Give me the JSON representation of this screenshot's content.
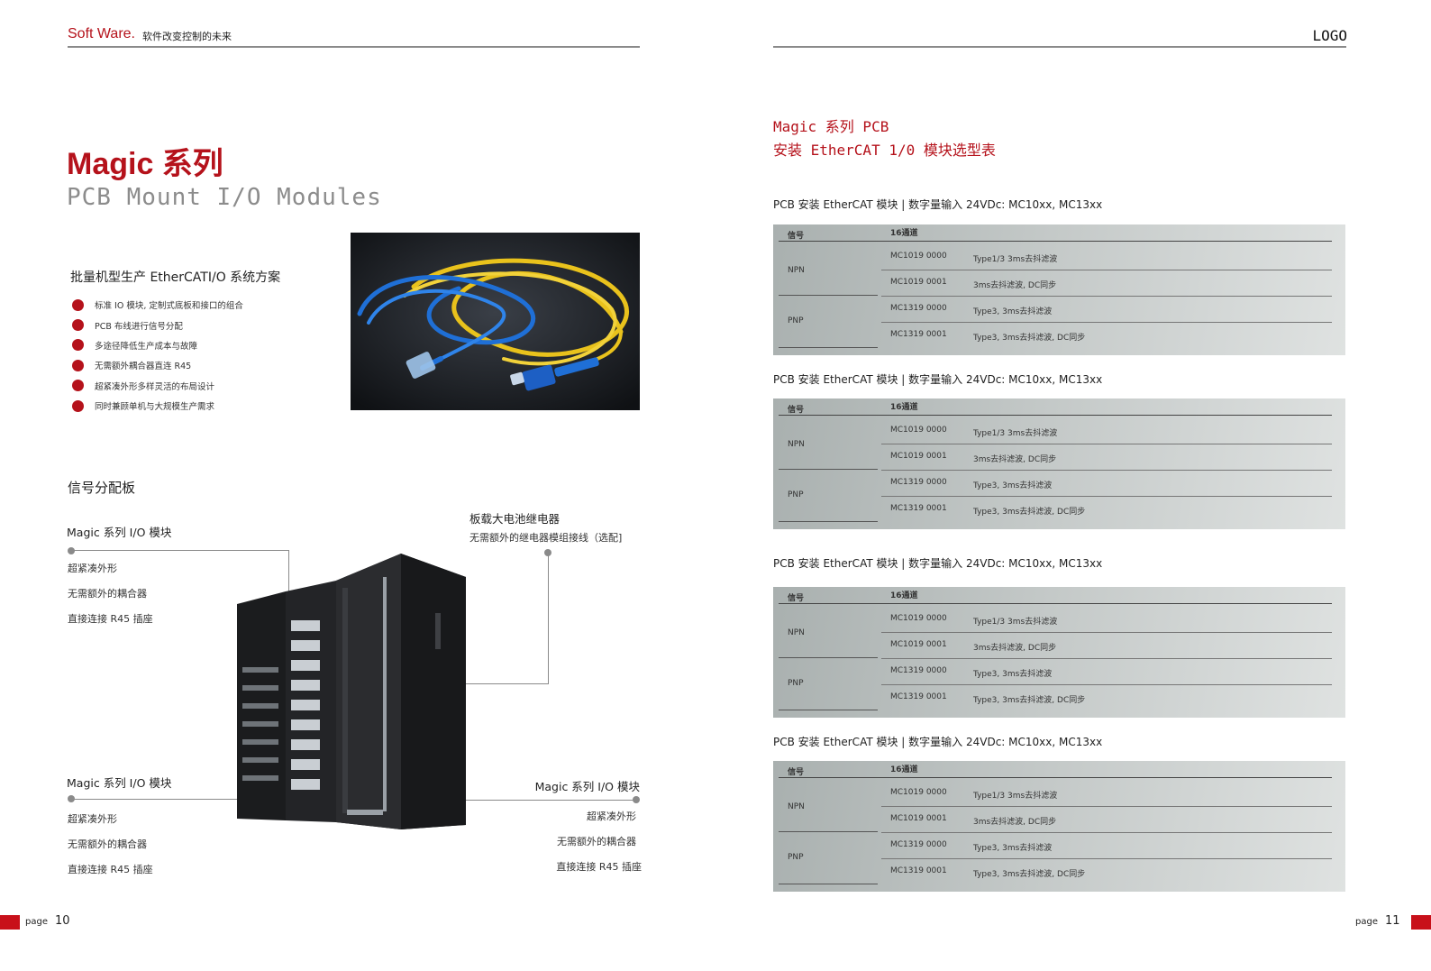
{
  "header": {
    "brand": "Soft Ware.",
    "tagline": "软件改变控制的未来",
    "logo": "LOGO"
  },
  "left": {
    "title": "Magic 系列",
    "subtitle": "PCB Mount I/O Modules",
    "solution_heading": "批量机型生产 EtherCATI/O 系统方案",
    "bullets": [
      "标准 IO 模块, 定制式底板和接口的组合",
      "PCB 布线进行信号分配",
      "多途径降低生产成本与故障",
      "无需额外耦合器直连 R45",
      "超紧凑外形多样灵活的布局设计",
      "同时兼顾单机与大规模生产需求"
    ],
    "section_title": "信号分配板",
    "callouts": {
      "top_left": {
        "heading": "Magic 系列 I/O 模块",
        "items": [
          "超紧凑外形",
          "无需额外的耦合器",
          "直接连接 R45 插座"
        ]
      },
      "top_right": {
        "heading": "板载大电池继电器",
        "items": [
          "无需额外的继电器模组接线（选配]"
        ]
      },
      "bottom_left": {
        "heading": "Magic 系列 I/O 模块",
        "items": [
          "超紧凑外形",
          "无需额外的耦合器",
          "直接连接 R45 插座"
        ]
      },
      "bottom_right": {
        "heading": "Magic 系列 I/O 模块",
        "items": [
          "超紧凑外形",
          "无需额外的耦合器",
          "直接连接 R45 插座"
        ]
      }
    },
    "page_word": "page",
    "page_number": "10"
  },
  "right": {
    "title_line1": "Magic 系列 PCB",
    "title_line2": "安装 EtherCAT 1/0 模块选型表",
    "caption": "PCB 安装 EtherCAT 模块 | 数字量输入 24VDc: MC10xx, MC13xx",
    "table": {
      "col_signal": "信号",
      "col_channels": "16通道",
      "groups": [
        "NPN",
        "PNP"
      ],
      "rows": [
        {
          "model": "MC1019 0000",
          "desc": "Type1/3 3ms去抖滤波"
        },
        {
          "model": "MC1019 0001",
          "desc": "3ms去抖滤波, DC同步"
        },
        {
          "model": "MC1319 0000",
          "desc": "Type3, 3ms去抖滤波"
        },
        {
          "model": "MC1319 0001",
          "desc": "Type3, 3ms去抖滤波, DC同步"
        }
      ]
    },
    "page_word": "page",
    "page_number": "11"
  },
  "colors": {
    "accent": "#b5121b",
    "rule": "#8a8a8a"
  }
}
